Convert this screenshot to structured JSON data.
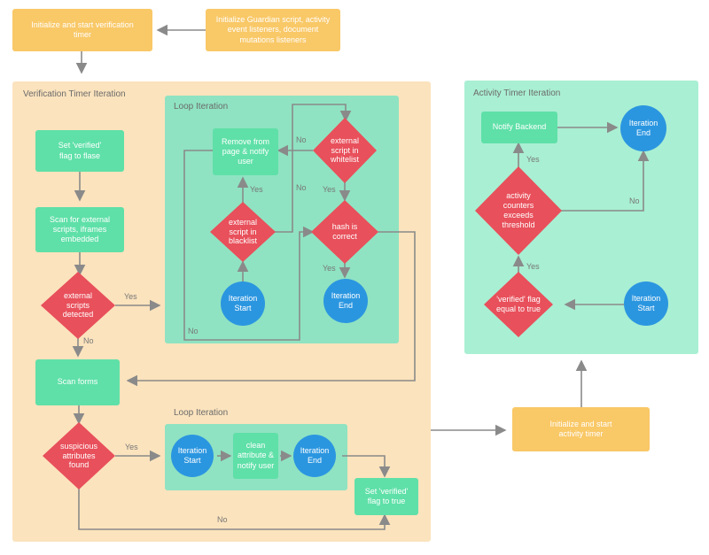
{
  "top": {
    "init_verification": "Initialize and start verification timer",
    "init_guardian": "Initialize Guardian script, activity event listeners, document mutations listeners"
  },
  "verification_panel": {
    "title": "Verification Timer Iteration",
    "set_false": "Set 'verified' flag to flase",
    "scan_external": "Scan for external scripts, iframes embedded",
    "external_detected": "external scripts detected",
    "scan_forms": "Scan forms",
    "suspicious": "suspicious attributes found",
    "set_true": "Set 'verified' flag to true"
  },
  "loop1": {
    "title": "Loop Iteration",
    "remove": "Remove from page & notify user",
    "whitelist": "external script in whitelist",
    "blacklist": "external script in blacklist",
    "hash": "hash is correct",
    "iter_start": "Iteration Start",
    "iter_end": "Iteration End"
  },
  "loop2": {
    "title": "Loop Iteration",
    "iter_start": "Iteration Start",
    "clean": "clean attribute & notify user",
    "iter_end": "Iteration End"
  },
  "activity_panel": {
    "title": "Activity Timer Iteration",
    "notify": "Notify Backend",
    "iter_end": "Iteration End",
    "counters": "activity counters exceeds threshold",
    "verified_true": "'verified' flag equal to true",
    "iter_start": "Iteration Start"
  },
  "init_activity": "Initialize and start activity timer",
  "labels": {
    "yes": "Yes",
    "no": "No"
  },
  "colors": {
    "orange_box": "#f9c867",
    "orange_panel": "#fbe3bd",
    "green_panel": "#a9efd3",
    "green_box": "#5fe0a8",
    "decision": "#e8505b",
    "terminal": "#2b96e0",
    "arrow": "#8a8a8a"
  }
}
